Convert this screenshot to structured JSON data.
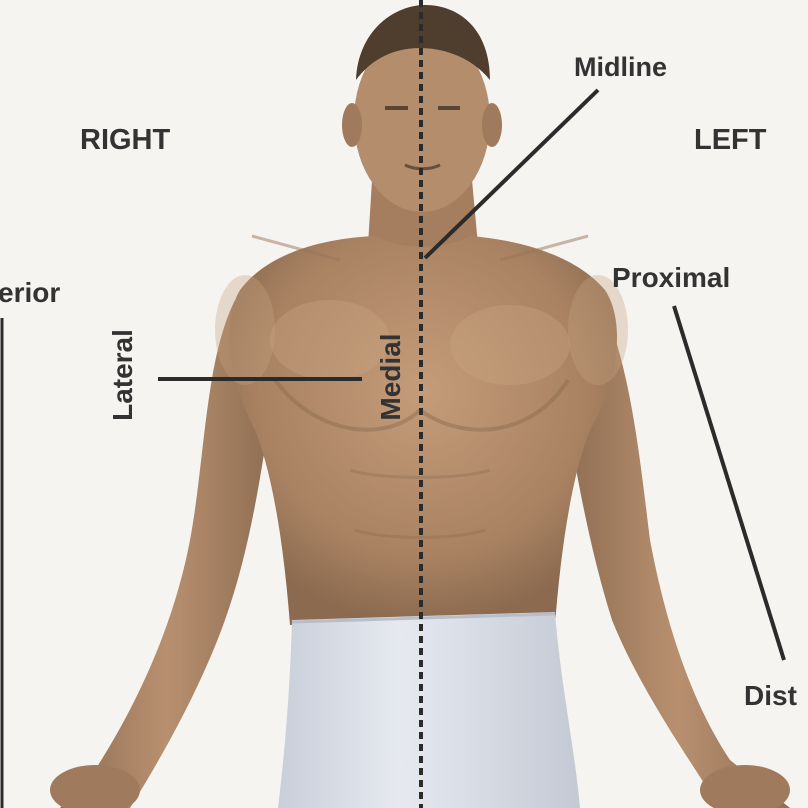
{
  "labels": {
    "right": "RIGHT",
    "left": "LEFT",
    "midline": "Midline",
    "proximal": "Proximal",
    "distal": "Dist",
    "superior": "erior",
    "lateral": "Lateral",
    "medial": "Medial"
  },
  "colors": {
    "background": "#f6f4f1",
    "skin": "#b08a69",
    "skin_shadow": "#8a6a50",
    "hair": "#4a3a2c",
    "towel": "#d9dde6",
    "line": "#2b2b2b",
    "text": "#333333"
  }
}
